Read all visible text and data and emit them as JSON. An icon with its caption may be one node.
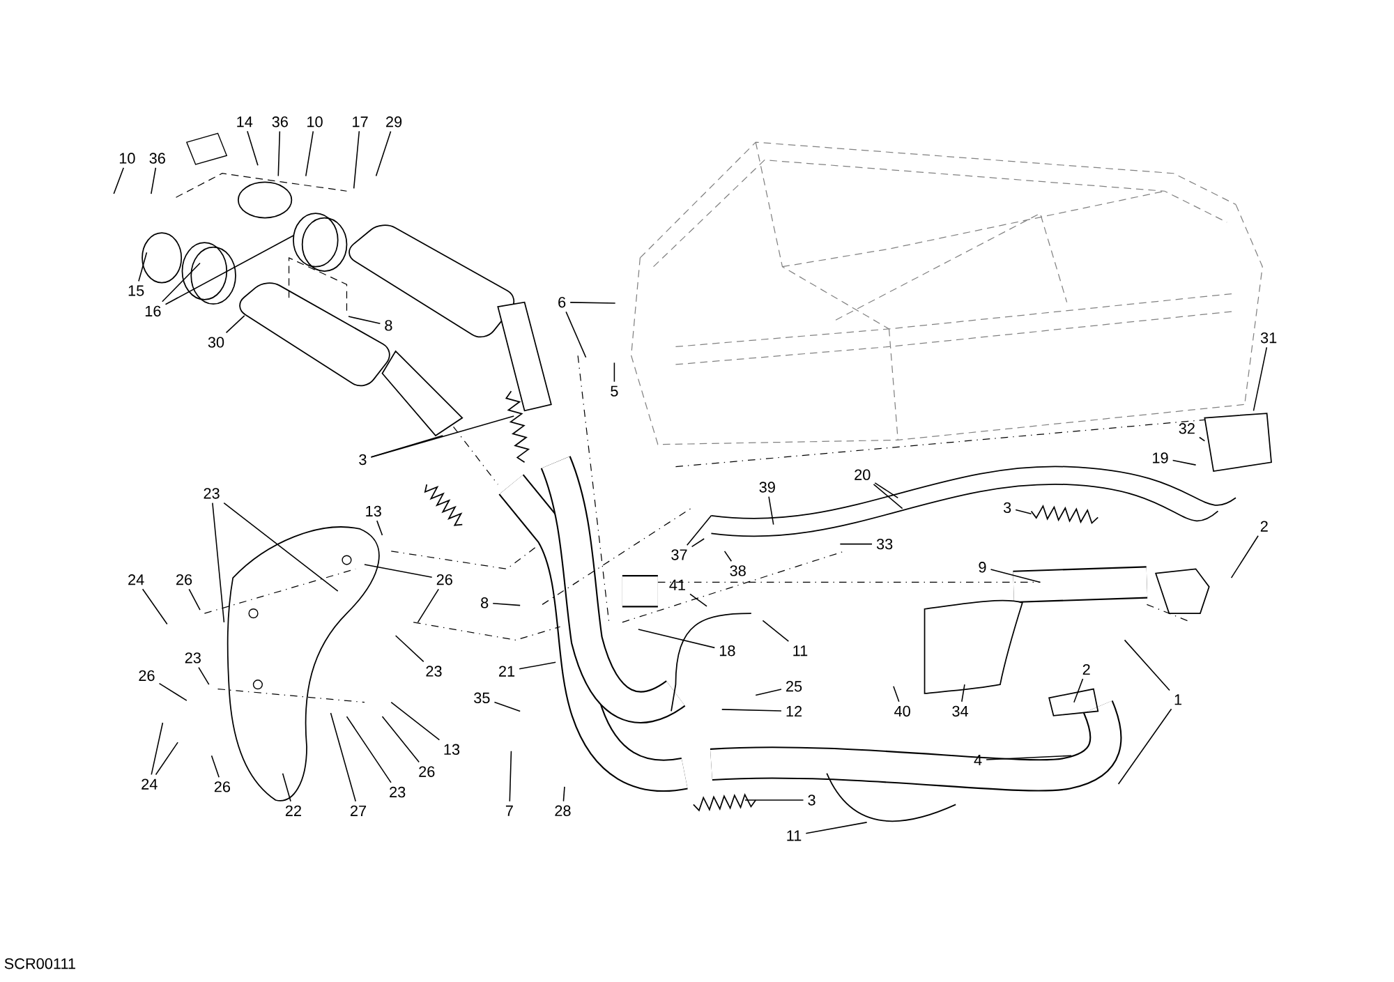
{
  "diagram": {
    "nodes": [
      {
        "text": [
          "10"
        ]
      },
      {
        "text": [
          "36"
        ]
      },
      {
        "text": [
          "14"
        ]
      },
      {
        "text": [
          "36"
        ]
      },
      {
        "text": [
          "10"
        ]
      },
      {
        "text": [
          "17"
        ]
      },
      {
        "text": [
          "29"
        ]
      },
      {
        "text": [
          "15"
        ]
      },
      {
        "text": [
          "16"
        ]
      },
      {
        "text": [
          "30"
        ]
      },
      {
        "text": [
          "8"
        ]
      },
      {
        "text": [
          "6"
        ]
      },
      {
        "text": [
          "5"
        ]
      },
      {
        "text": [
          "31"
        ]
      },
      {
        "text": [
          "32"
        ]
      },
      {
        "text": [
          "19"
        ]
      },
      {
        "text": [
          "3"
        ]
      },
      {
        "text": [
          "23"
        ]
      },
      {
        "text": [
          "13"
        ]
      },
      {
        "text": [
          "20"
        ]
      },
      {
        "text": [
          "39"
        ]
      },
      {
        "text": [
          "37"
        ]
      },
      {
        "text": [
          "41"
        ]
      },
      {
        "text": [
          "38"
        ]
      },
      {
        "text": [
          "33"
        ]
      },
      {
        "text": [
          "3"
        ]
      },
      {
        "text": [
          "2"
        ]
      },
      {
        "text": [
          "9"
        ]
      },
      {
        "text": [
          "24"
        ]
      },
      {
        "text": [
          "26"
        ]
      },
      {
        "text": [
          "26"
        ]
      },
      {
        "text": [
          "8"
        ]
      },
      {
        "text": [
          "18"
        ]
      },
      {
        "text": [
          "11"
        ]
      },
      {
        "text": [
          "21"
        ]
      },
      {
        "text": [
          "23"
        ]
      },
      {
        "text": [
          "26"
        ]
      },
      {
        "text": [
          "23"
        ]
      },
      {
        "text": [
          "35"
        ]
      },
      {
        "text": [
          "25"
        ]
      },
      {
        "text": [
          "12"
        ]
      },
      {
        "text": [
          "40"
        ]
      },
      {
        "text": [
          "34"
        ]
      },
      {
        "text": [
          "2"
        ]
      },
      {
        "text": [
          "1"
        ]
      },
      {
        "text": [
          "13"
        ]
      },
      {
        "text": [
          "26"
        ]
      },
      {
        "text": [
          "23"
        ]
      },
      {
        "text": [
          "27"
        ]
      },
      {
        "text": [
          "22"
        ]
      },
      {
        "text": [
          "24"
        ]
      },
      {
        "text": [
          "26"
        ]
      },
      {
        "text": [
          "7"
        ]
      },
      {
        "text": [
          "28"
        ]
      },
      {
        "text": [
          "4"
        ]
      },
      {
        "text": [
          "3"
        ]
      },
      {
        "text": [
          "11"
        ]
      }
    ],
    "edges": [
      {
        "from": 0,
        "to": null,
        "arrow": "none"
      },
      {
        "from": 1,
        "to": null,
        "arrow": "none"
      },
      {
        "from": 2,
        "to": null,
        "arrow": "none"
      },
      {
        "from": 3,
        "to": null,
        "arrow": "none"
      },
      {
        "from": 4,
        "to": null,
        "arrow": "none"
      },
      {
        "from": 5,
        "to": null,
        "arrow": "none"
      },
      {
        "from": 6,
        "to": null,
        "arrow": "none"
      },
      {
        "from": 7,
        "to": null,
        "arrow": "none"
      },
      {
        "from": 8,
        "to": null,
        "arrow": "none"
      },
      {
        "from": 8,
        "to": null,
        "arrow": "none"
      },
      {
        "from": 9,
        "to": null,
        "arrow": "none"
      },
      {
        "from": 10,
        "to": null,
        "arrow": "none"
      },
      {
        "from": 11,
        "to": null,
        "arrow": "none"
      },
      {
        "from": 11,
        "to": null,
        "arrow": "none"
      },
      {
        "from": 12,
        "to": null,
        "arrow": "none"
      },
      {
        "from": 13,
        "to": null,
        "arrow": "none"
      },
      {
        "from": 14,
        "to": null,
        "arrow": "none"
      },
      {
        "from": 15,
        "to": null,
        "arrow": "none"
      },
      {
        "from": 16,
        "to": null,
        "arrow": "none"
      },
      {
        "from": 16,
        "to": null,
        "arrow": "none"
      },
      {
        "from": 17,
        "to": null,
        "arrow": "none"
      },
      {
        "from": 17,
        "to": null,
        "arrow": "none"
      },
      {
        "from": 18,
        "to": null,
        "arrow": "none"
      },
      {
        "from": 19,
        "to": null,
        "arrow": "none"
      },
      {
        "from": 19,
        "to": null,
        "arrow": "none"
      },
      {
        "from": 20,
        "to": null,
        "arrow": "none"
      },
      {
        "from": 21,
        "to": null,
        "arrow": "none"
      },
      {
        "from": 21,
        "to": null,
        "arrow": "none"
      },
      {
        "from": 22,
        "to": null,
        "arrow": "none"
      },
      {
        "from": 23,
        "to": null,
        "arrow": "none"
      },
      {
        "from": 24,
        "to": null,
        "arrow": "none"
      },
      {
        "from": 25,
        "to": null,
        "arrow": "none"
      },
      {
        "from": 26,
        "to": null,
        "arrow": "none"
      },
      {
        "from": 27,
        "to": null,
        "arrow": "none"
      },
      {
        "from": 28,
        "to": null,
        "arrow": "none"
      },
      {
        "from": 29,
        "to": null,
        "arrow": "none"
      },
      {
        "from": 30,
        "to": null,
        "arrow": "none"
      },
      {
        "from": 30,
        "to": null,
        "arrow": "none"
      },
      {
        "from": 31,
        "to": null,
        "arrow": "none"
      },
      {
        "from": 32,
        "to": null,
        "arrow": "none"
      },
      {
        "from": 33,
        "to": null,
        "arrow": "none"
      },
      {
        "from": 34,
        "to": null,
        "arrow": "none"
      },
      {
        "from": 35,
        "to": null,
        "arrow": "none"
      },
      {
        "from": 36,
        "to": null,
        "arrow": "none"
      },
      {
        "from": 37,
        "to": null,
        "arrow": "none"
      },
      {
        "from": 38,
        "to": null,
        "arrow": "none"
      },
      {
        "from": 39,
        "to": null,
        "arrow": "none"
      },
      {
        "from": 40,
        "to": null,
        "arrow": "none"
      },
      {
        "from": 41,
        "to": null,
        "arrow": "none"
      },
      {
        "from": 42,
        "to": null,
        "arrow": "none"
      },
      {
        "from": 43,
        "to": null,
        "arrow": "none"
      },
      {
        "from": 44,
        "to": null,
        "arrow": "none"
      },
      {
        "from": 44,
        "to": null,
        "arrow": "none"
      },
      {
        "from": 45,
        "to": null,
        "arrow": "none"
      },
      {
        "from": 46,
        "to": null,
        "arrow": "none"
      },
      {
        "from": 47,
        "to": null,
        "arrow": "none"
      },
      {
        "from": 48,
        "to": null,
        "arrow": "none"
      },
      {
        "from": 49,
        "to": null,
        "arrow": "none"
      },
      {
        "from": 50,
        "to": null,
        "arrow": "none"
      },
      {
        "from": 50,
        "to": null,
        "arrow": "none"
      },
      {
        "from": 51,
        "to": null,
        "arrow": "none"
      },
      {
        "from": 52,
        "to": null,
        "arrow": "none"
      },
      {
        "from": 53,
        "to": null,
        "arrow": "none"
      },
      {
        "from": 54,
        "to": null,
        "arrow": "none"
      },
      {
        "from": 55,
        "to": null,
        "arrow": "none"
      },
      {
        "from": 56,
        "to": null,
        "arrow": "none"
      }
    ],
    "labels": [
      "SCR00111"
    ]
  }
}
